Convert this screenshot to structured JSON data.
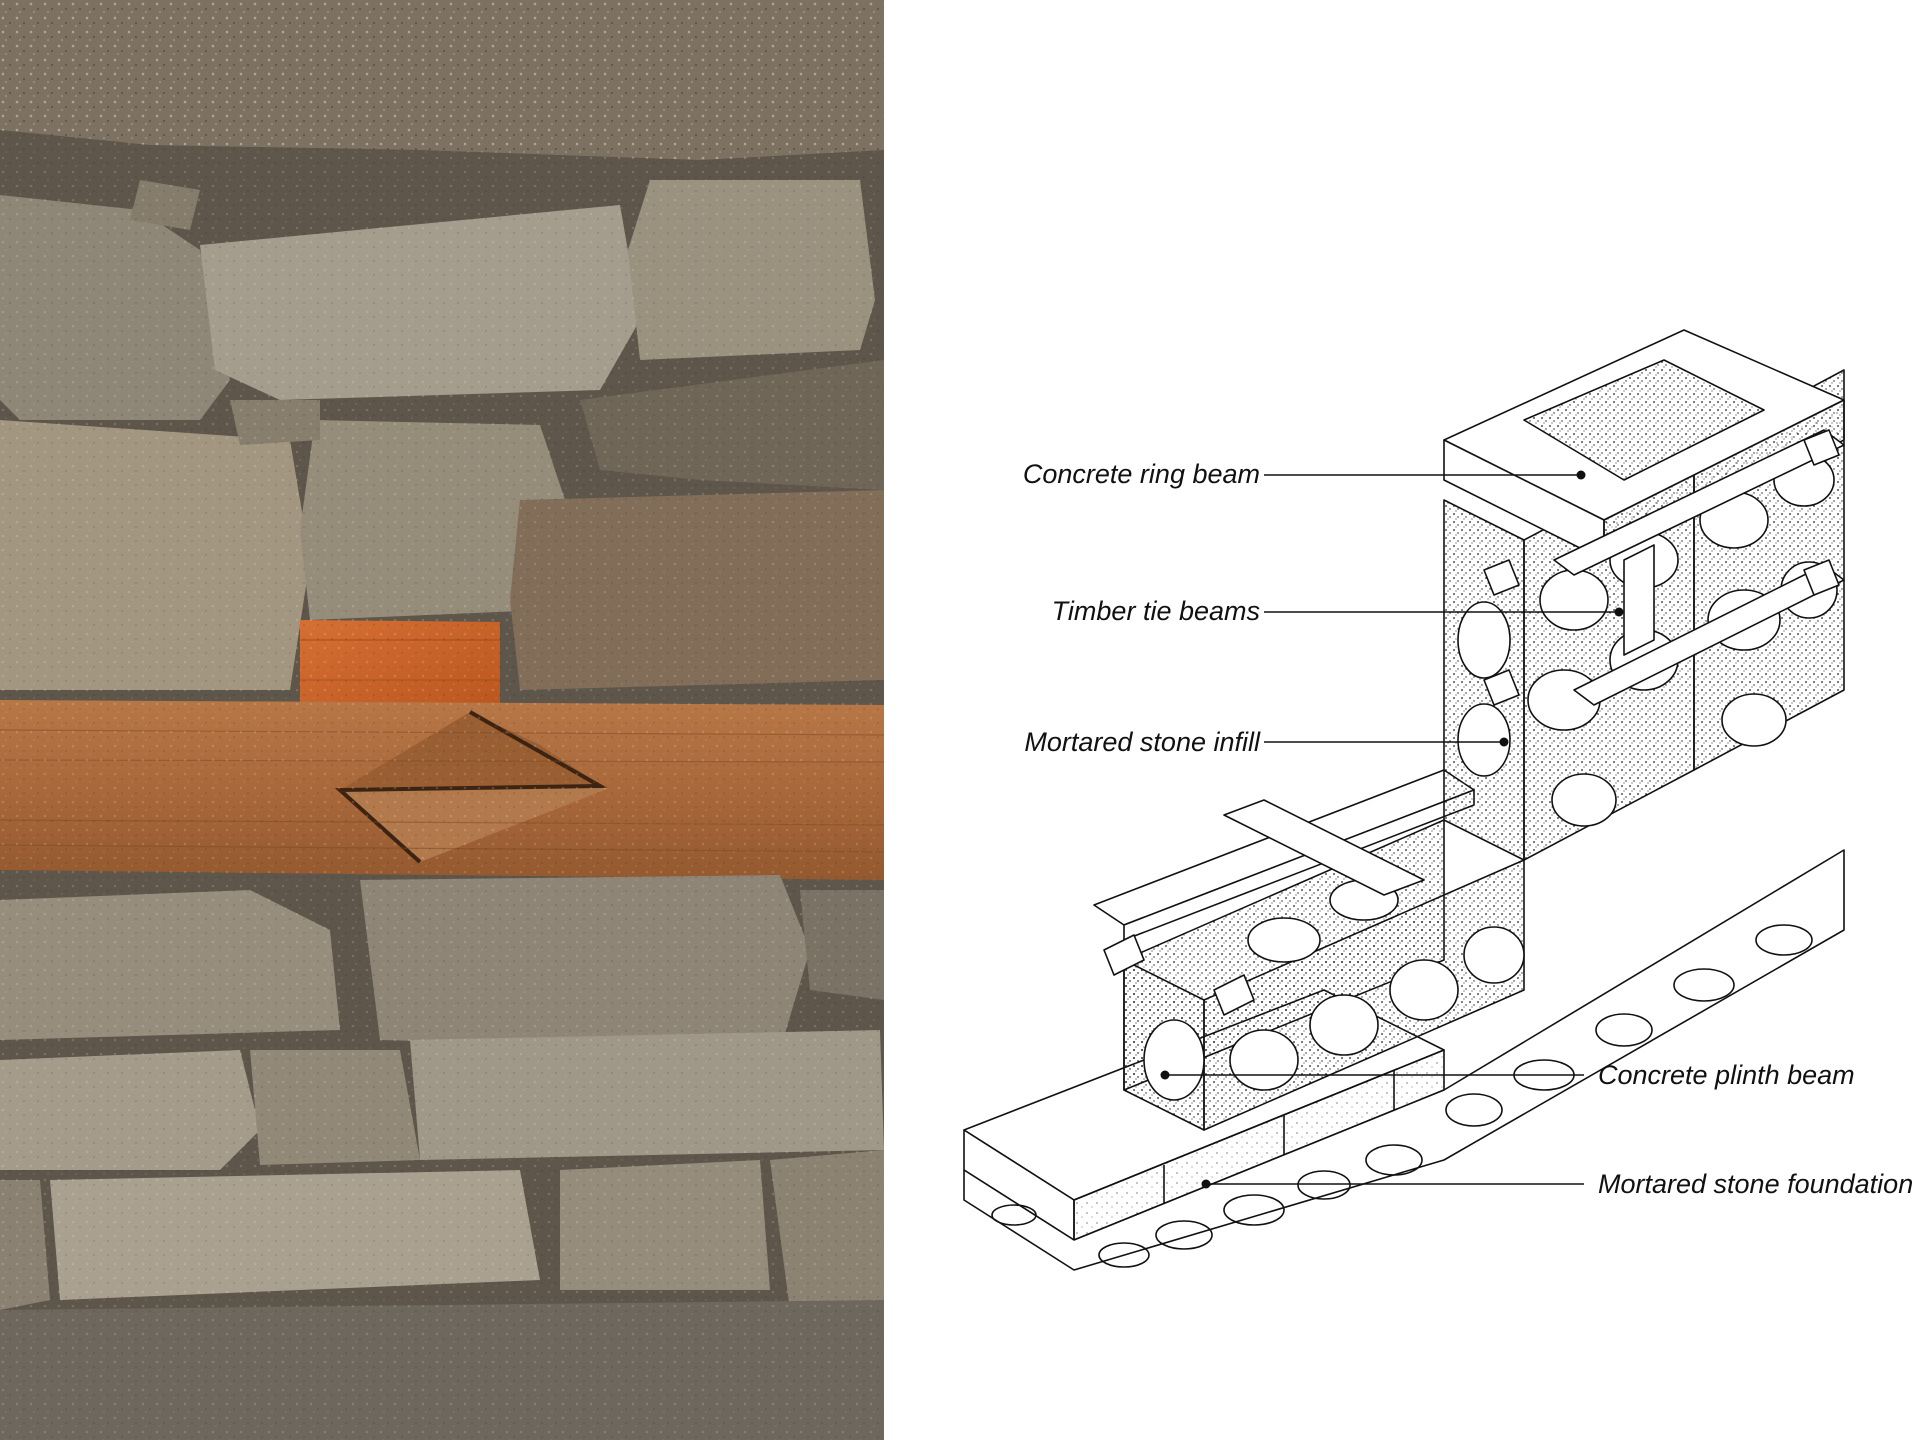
{
  "annotations": {
    "ring_beam": "Concrete ring beam",
    "tie_beams": "Timber tie beams",
    "stone_infill": "Mortared stone infill",
    "plinth_beam": "Concrete plinth beam",
    "stone_foundation": "Mortared stone foundation"
  },
  "colors": {
    "stone_light": "#b7ad9b",
    "stone_mid": "#8c8273",
    "stone_dark": "#5d5549",
    "mortar": "#6f6658",
    "timber": "#b06e3c",
    "timber_block": "#c8622a",
    "ink": "#111111"
  }
}
